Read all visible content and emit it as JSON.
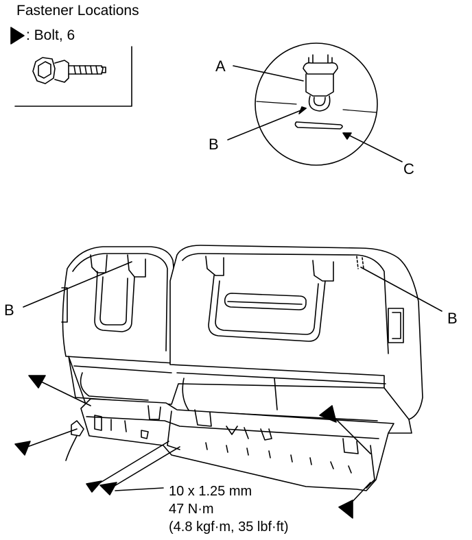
{
  "header": {
    "title": "Fastener Locations",
    "legend": ": Bolt, 6"
  },
  "callouts": {
    "a": "A",
    "b_detail": "B",
    "c": "C",
    "b_left": "B",
    "b_right": "B"
  },
  "torque_spec": {
    "size": "10 x 1.25 mm",
    "torque_nm": "47 N·m",
    "torque_alt": "(4.8 kgf·m, 35 lbf·ft)"
  },
  "icons": {
    "legend_marker": "bolt-marker-triangle-icon",
    "bolt": "bolt-illustration-icon"
  }
}
